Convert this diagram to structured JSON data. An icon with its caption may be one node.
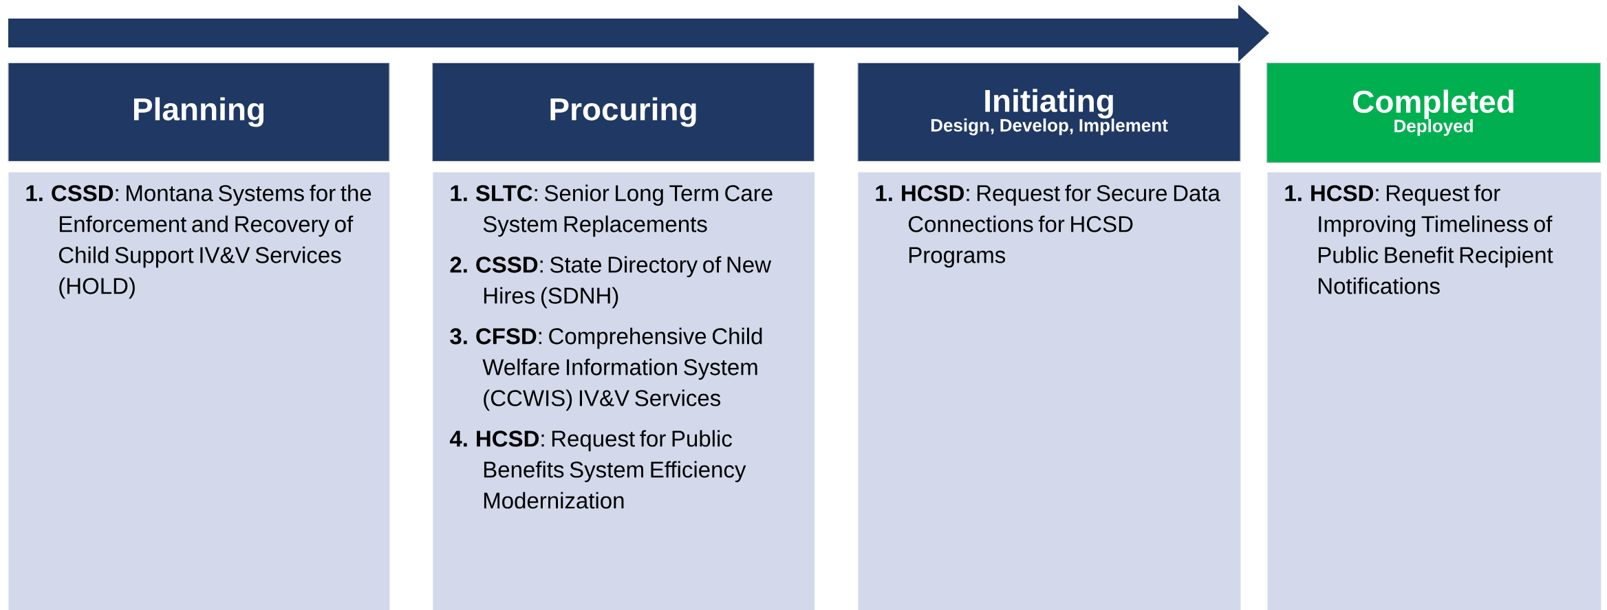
{
  "diagram": {
    "nodes": [
      {
        "text": [
          "Planning"
        ]
      },
      {
        "text": [
          "**1. CSSD**: Montana Systems for the Enforcement and Recovery of Child Support IV&V Services (HOLD)"
        ]
      },
      {
        "text": [
          "Procuring"
        ]
      },
      {
        "text": [
          "**1. SLTC**: Senior Long Term Care System Replacements",
          "**2. CSSD**: State Directory of New Hires (SDNH)",
          "**3. CFSD**: Comprehensive Child Welfare Information System (CCWIS) IV&V Services",
          "**4. HCSD**: Request for Public Benefits System Efficiency Modernization"
        ]
      },
      {
        "text": [
          "Initiating",
          "Design, Develop, Implement"
        ]
      },
      {
        "text": [
          "**1. HCSD**: Request for Secure Data Connections for HCSD Programs"
        ]
      },
      {
        "text": [
          "Completed",
          "Deployed"
        ]
      },
      {
        "text": [
          "**1. HCSD**: Request for Improving Timeliness of Public Benefit Recipient Notifications"
        ]
      }
    ],
    "edges": []
  }
}
